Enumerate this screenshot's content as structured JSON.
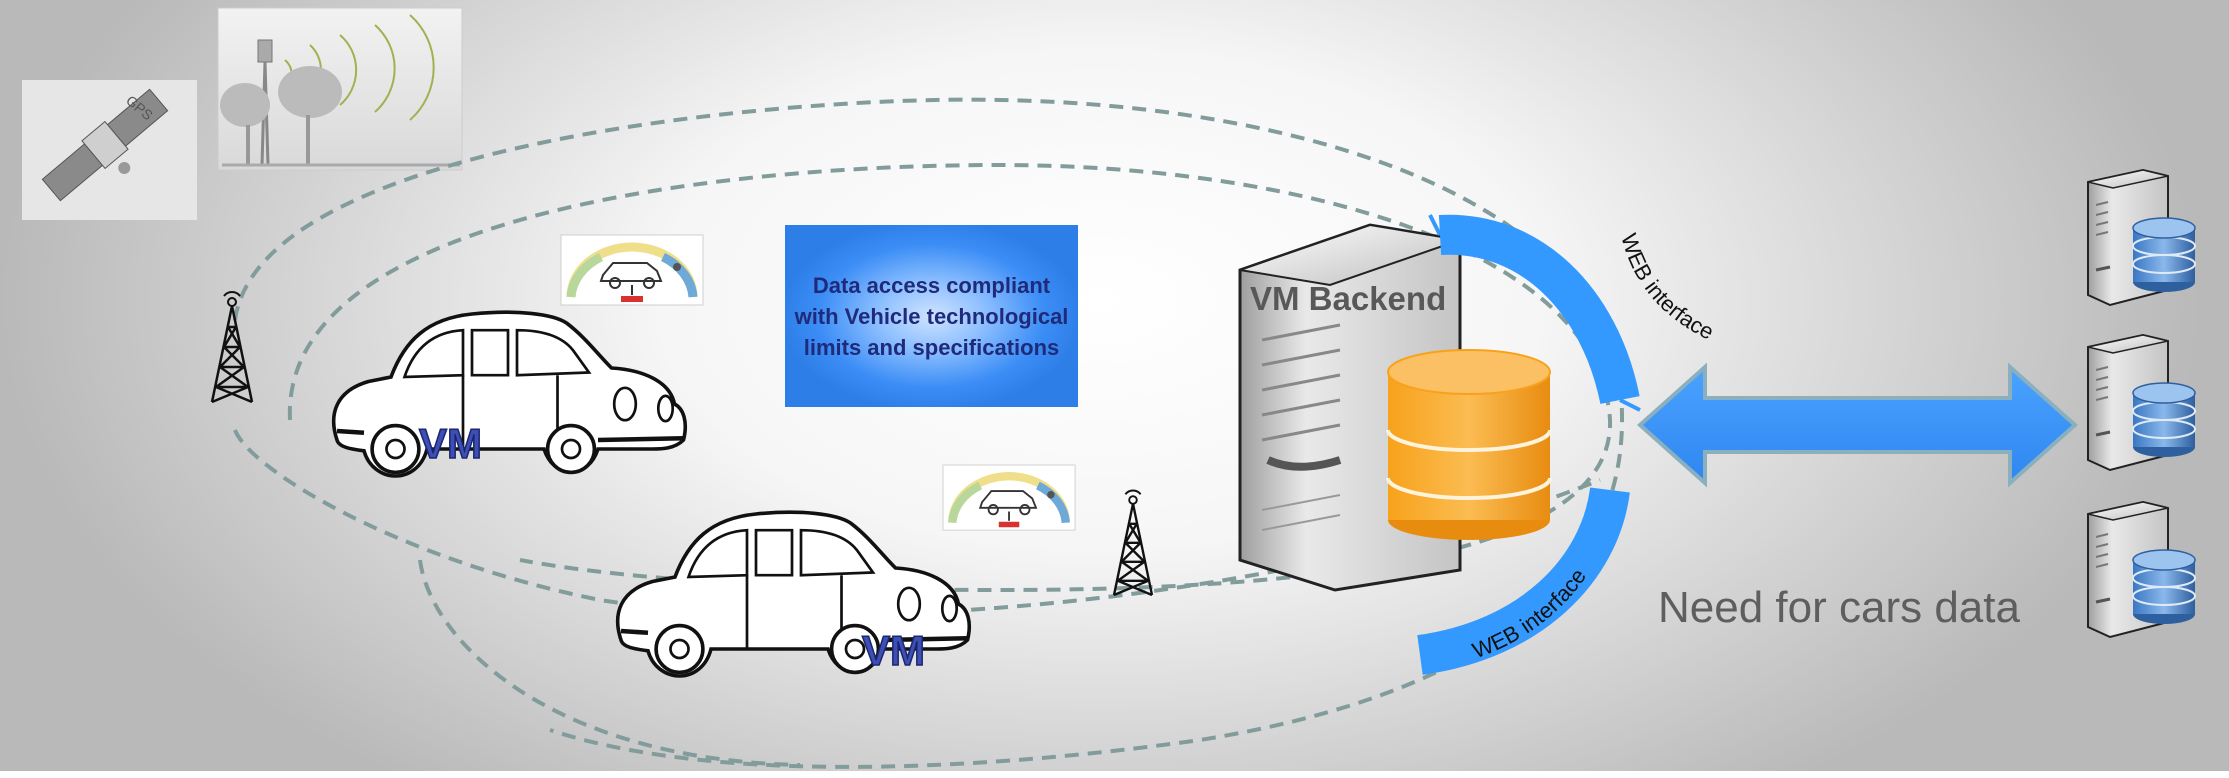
{
  "bubble_text": "Data access compliant with Vehicle technological limits and specifications",
  "backend_label": "VM Backend",
  "web_interface_label": "WEB interface",
  "need_label": "Need for cars data",
  "car_badge": "VM",
  "satellite_label": "GPS",
  "colors": {
    "dashed_link": "#829c9c",
    "web_arc": "#3399ff",
    "double_arrow": "#3399ff",
    "database_orange": "#f7a21b",
    "bubble_text": "#1f2a7a",
    "server_gray": "#cccccc",
    "db_blue": "#2e68b0"
  },
  "icons": [
    "satellite-icon",
    "radio-tower-icon",
    "car-icon",
    "dashboard-gauge-icon",
    "server-icon",
    "database-icon",
    "double-arrow-icon"
  ]
}
